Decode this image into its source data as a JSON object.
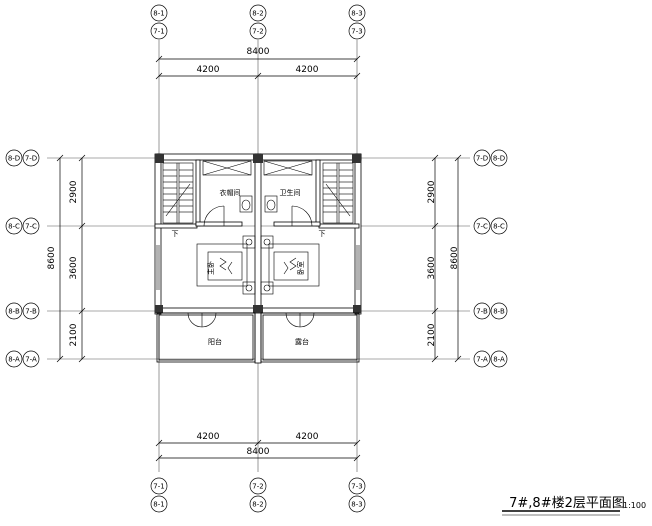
{
  "drawing_title": "7#,8#楼2层平面图",
  "scale": "1:100",
  "top_bubbles": [
    {
      "upper": "8-1",
      "lower": "7-1"
    },
    {
      "upper": "8-2",
      "lower": "7-2"
    },
    {
      "upper": "8-3",
      "lower": "7-3"
    }
  ],
  "bottom_bubbles": [
    {
      "upper": "7-1",
      "lower": "8-1"
    },
    {
      "upper": "7-2",
      "lower": "8-2"
    },
    {
      "upper": "7-3",
      "lower": "8-3"
    }
  ],
  "left_bubbles": [
    {
      "a": "8-D",
      "b": "7-D"
    },
    {
      "a": "8-C",
      "b": "7-C"
    },
    {
      "a": "8-B",
      "b": "7-B"
    },
    {
      "a": "8-A",
      "b": "7-A"
    }
  ],
  "right_bubbles": [
    {
      "a": "7-D",
      "b": "8-D"
    },
    {
      "a": "7-C",
      "b": "8-C"
    },
    {
      "a": "7-B",
      "b": "8-B"
    },
    {
      "a": "7-A",
      "b": "8-A"
    }
  ],
  "dims": {
    "top_total": "8400",
    "top_segments": [
      "4200",
      "4200"
    ],
    "bottom_total": "8400",
    "bottom_segments": [
      "4200",
      "4200"
    ],
    "left_segments": [
      "2900",
      "3600",
      "2100"
    ],
    "left_total": "8600",
    "right_segments": [
      "2900",
      "3600",
      "2100"
    ],
    "right_total": "8600"
  },
  "rooms": {
    "walk_in_closet": "衣帽间",
    "bathroom": "卫生间",
    "bedroom_left": "主卧",
    "bedroom_right": "卧室",
    "balcony_left": "阳台",
    "balcony_right": "露台"
  },
  "stair_marks": {
    "left": "下",
    "right": "下"
  }
}
